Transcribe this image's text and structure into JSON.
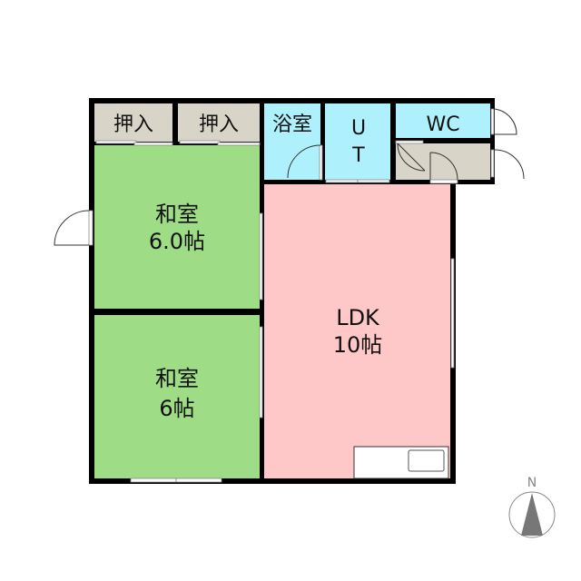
{
  "rooms": {
    "closet_1": {
      "label": "押入"
    },
    "closet_2": {
      "label": "押入"
    },
    "bathroom": {
      "label": "浴室"
    },
    "utility": {
      "label_line1": "U",
      "label_line2": "T"
    },
    "toilet": {
      "label": "WC"
    },
    "washitsu_1": {
      "label": "和室",
      "size": "6.0帖"
    },
    "washitsu_2": {
      "label": "和室",
      "size": "6帖"
    },
    "ldk": {
      "label": "LDK",
      "size": "10帖"
    }
  },
  "compass": {
    "label": "N"
  },
  "colors": {
    "closet": "#d8d5c8",
    "wet": "#aef0fb",
    "tatami": "#9edd86",
    "ldk": "#ffc8c8",
    "wall": "#000000"
  }
}
